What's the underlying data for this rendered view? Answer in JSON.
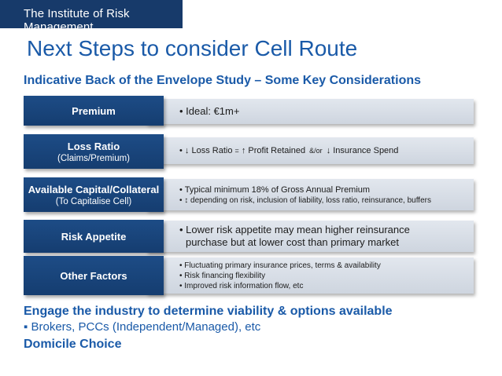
{
  "header": {
    "org_name": "The Institute of Risk Management"
  },
  "title": "Next Steps to consider Cell Route",
  "subtitle": "Indicative Back of the Envelope Study – Some Key Considerations",
  "rows": [
    {
      "label": "Premium",
      "sub": "",
      "lines": [
        "•  Ideal: €1m+"
      ]
    },
    {
      "label": "Loss Ratio",
      "sub": "(Claims/Premium)",
      "line_parts": [
        "•  ",
        "↓",
        " Loss Ratio ",
        "=",
        "  ",
        "↑",
        " Profit Retained",
        "  &/or  ",
        "↓",
        " Insurance Spend"
      ]
    },
    {
      "label": "Available Capital/Collateral",
      "sub": "(To Capitalise Cell)",
      "lines": [
        "• Typical minimum 18% of Gross Annual Premium",
        "• ↕ depending on risk, inclusion of liability, loss ratio, reinsurance, buffers"
      ]
    },
    {
      "label": "Risk Appetite",
      "sub": "",
      "lines": [
        "• Lower risk appetite may mean higher reinsurance",
        "purchase but at lower cost than primary market"
      ]
    },
    {
      "label": "Other Factors",
      "sub": "",
      "lines": [
        "• Fluctuating primary insurance prices, terms & availability",
        "• Risk financing flexibility",
        "• Improved risk information flow, etc"
      ]
    }
  ],
  "engage": "Engage the industry to determine viability & options available",
  "brokers": "▪ Brokers, PCCs (Independent/Managed), etc",
  "domicile": "Domicile Choice",
  "colors": {
    "navy": "#173a6a",
    "title_blue": "#1a5aa8",
    "label_bg": "#1d4c86",
    "content_bg": "#dde3ea"
  }
}
